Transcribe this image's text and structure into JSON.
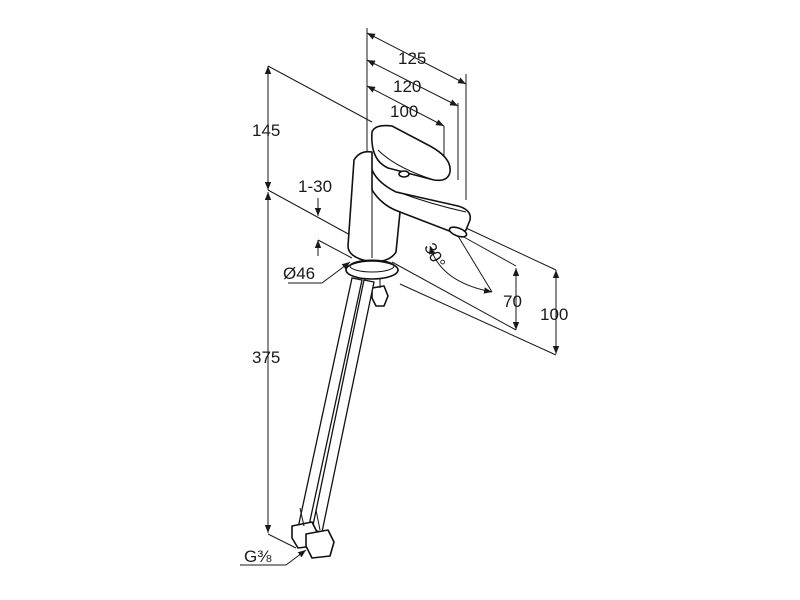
{
  "dimensions": {
    "width_total": "125",
    "width_mid": "120",
    "width_spout": "100",
    "height_top": "145",
    "height_lower": "375",
    "adjust_range": "1-30",
    "diameter": "Ø46",
    "angle": "30°",
    "outlet_height": "70",
    "side_height": "100",
    "thread": "G⅜"
  },
  "colors": {
    "line": "#1a1a1a",
    "background": "#ffffff"
  }
}
